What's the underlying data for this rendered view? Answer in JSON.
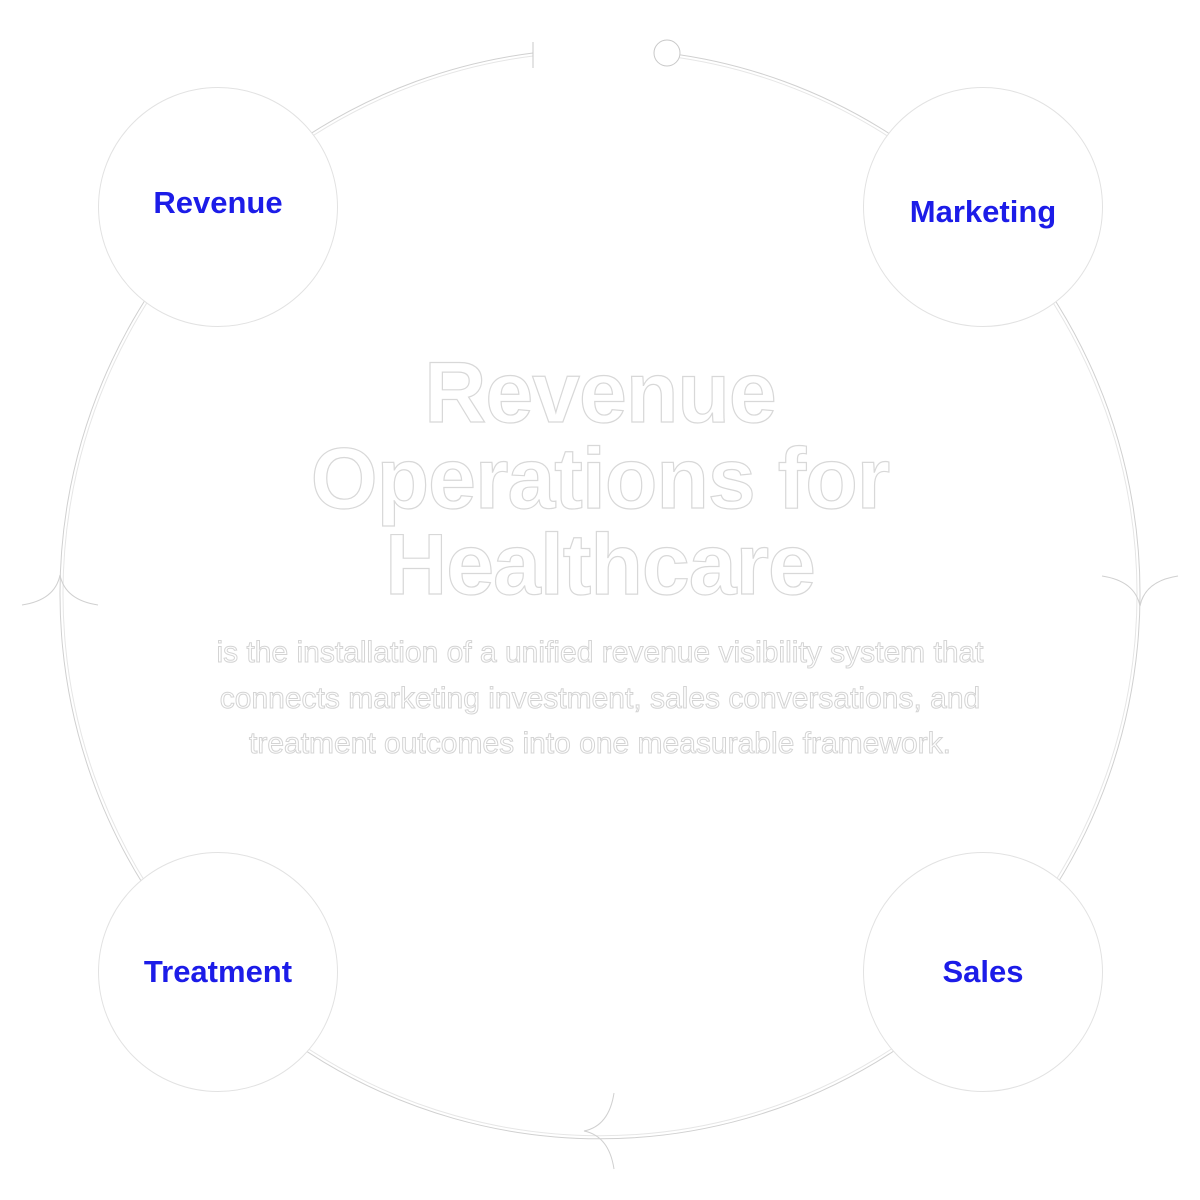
{
  "diagram": {
    "title_lines": [
      "Revenue",
      "Operations for",
      "Healthcare"
    ],
    "description": "is the installation of a unified revenue visibility system that connects marketing investment, sales conversations, and treatment outcomes into one measurable framework.",
    "nodes": [
      {
        "label": "Revenue"
      },
      {
        "label": "Marketing"
      },
      {
        "label": "Sales"
      },
      {
        "label": "Treatment"
      }
    ],
    "colors": {
      "label": "#1c1ce8",
      "line": "#d4d4d4",
      "outline": "#d8d8d8"
    }
  }
}
